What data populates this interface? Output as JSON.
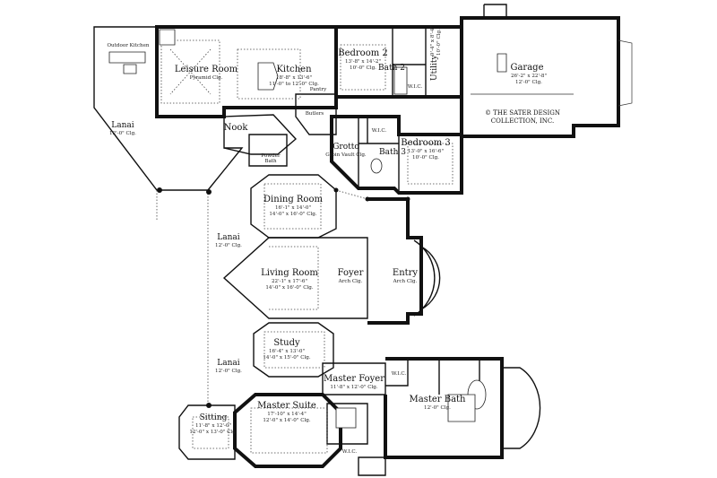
{
  "copyright": {
    "line1": "© THE SATER DESIGN",
    "line2": "COLLECTION, INC."
  },
  "rooms": {
    "outdoor_kitchen": {
      "name": "Outdoor Kitchen"
    },
    "leisure": {
      "name": "Leisure Room",
      "dims": [
        "Pyramid Clg."
      ]
    },
    "kitchen": {
      "name": "Kitchen",
      "dims": [
        "18'-8\" x 13'-6\"",
        "11'-0\" to 12'-0\" Clg."
      ]
    },
    "bedroom2": {
      "name": "Bedroom 2",
      "dims": [
        "13'-8\" x 14'-2\"",
        "10'-0\" Clg."
      ]
    },
    "bath2": {
      "name": "Bath 2"
    },
    "utility": {
      "name": "Utility",
      "dims": [
        "9'-4\" x 8'-4\"",
        "10'-0\" Clg."
      ]
    },
    "wic_upper": {
      "name": "W.I.C."
    },
    "garage": {
      "name": "Garage",
      "dims": [
        "26'-2\" x 22'-8\"",
        "12'-0\" Clg."
      ]
    },
    "lanai_top": {
      "name": "Lanai",
      "dims": [
        "12'-0\" Clg."
      ]
    },
    "nook": {
      "name": "Nook"
    },
    "pantry": {
      "name": "Pantry"
    },
    "butlers": {
      "name": "Butlers"
    },
    "powder": {
      "name": "Powder",
      "sub": "Bath"
    },
    "grotto": {
      "name": "Grotto",
      "dims": [
        "Groin Vault Clg."
      ]
    },
    "bath3": {
      "name": "Bath 3"
    },
    "wic_bed3": {
      "name": "W.I.C."
    },
    "bedroom3": {
      "name": "Bedroom 3",
      "dims": [
        "13'-0\" x 16'-6\"",
        "10'-0\" Clg."
      ]
    },
    "dining": {
      "name": "Dining Room",
      "dims": [
        "16'-1\" x 14'-0\"",
        "14'-0\" x 16'-0\" Clg."
      ]
    },
    "lanai_mid": {
      "name": "Lanai",
      "dims": [
        "12'-0\" Clg."
      ]
    },
    "living": {
      "name": "Living Room",
      "dims": [
        "22'-1\" x 17'-6\"",
        "14'-0\" x 16'-0\" Clg."
      ]
    },
    "foyer": {
      "name": "Foyer",
      "dims": [
        "Arch Clg."
      ]
    },
    "entry": {
      "name": "Entry",
      "dims": [
        "Arch Clg."
      ]
    },
    "study": {
      "name": "Study",
      "dims": [
        "16'-4\" x 13'-0\"",
        "14'-0\" x 15'-0\" Clg."
      ]
    },
    "lanai_bottom": {
      "name": "Lanai",
      "dims": [
        "12'-0\" Clg."
      ]
    },
    "master_foyer": {
      "name": "Master Foyer",
      "dims": [
        "11'-8\" x 12'-0\" Clg."
      ]
    },
    "wic_master_top": {
      "name": "W.I.C."
    },
    "master_bath": {
      "name": "Master Bath",
      "dims": [
        "12'-0\" Clg."
      ]
    },
    "sitting": {
      "name": "Sitting",
      "dims": [
        "11'-8\" x 12'-0\"",
        "12'-0\" x 13'-0\" Clg."
      ]
    },
    "master_suite": {
      "name": "Master Suite",
      "dims": [
        "17'-10\" x 14'-4\"",
        "12'-0\" x 14'-0\" Clg."
      ]
    },
    "wic_master_bottom": {
      "name": "W.I.C."
    }
  }
}
